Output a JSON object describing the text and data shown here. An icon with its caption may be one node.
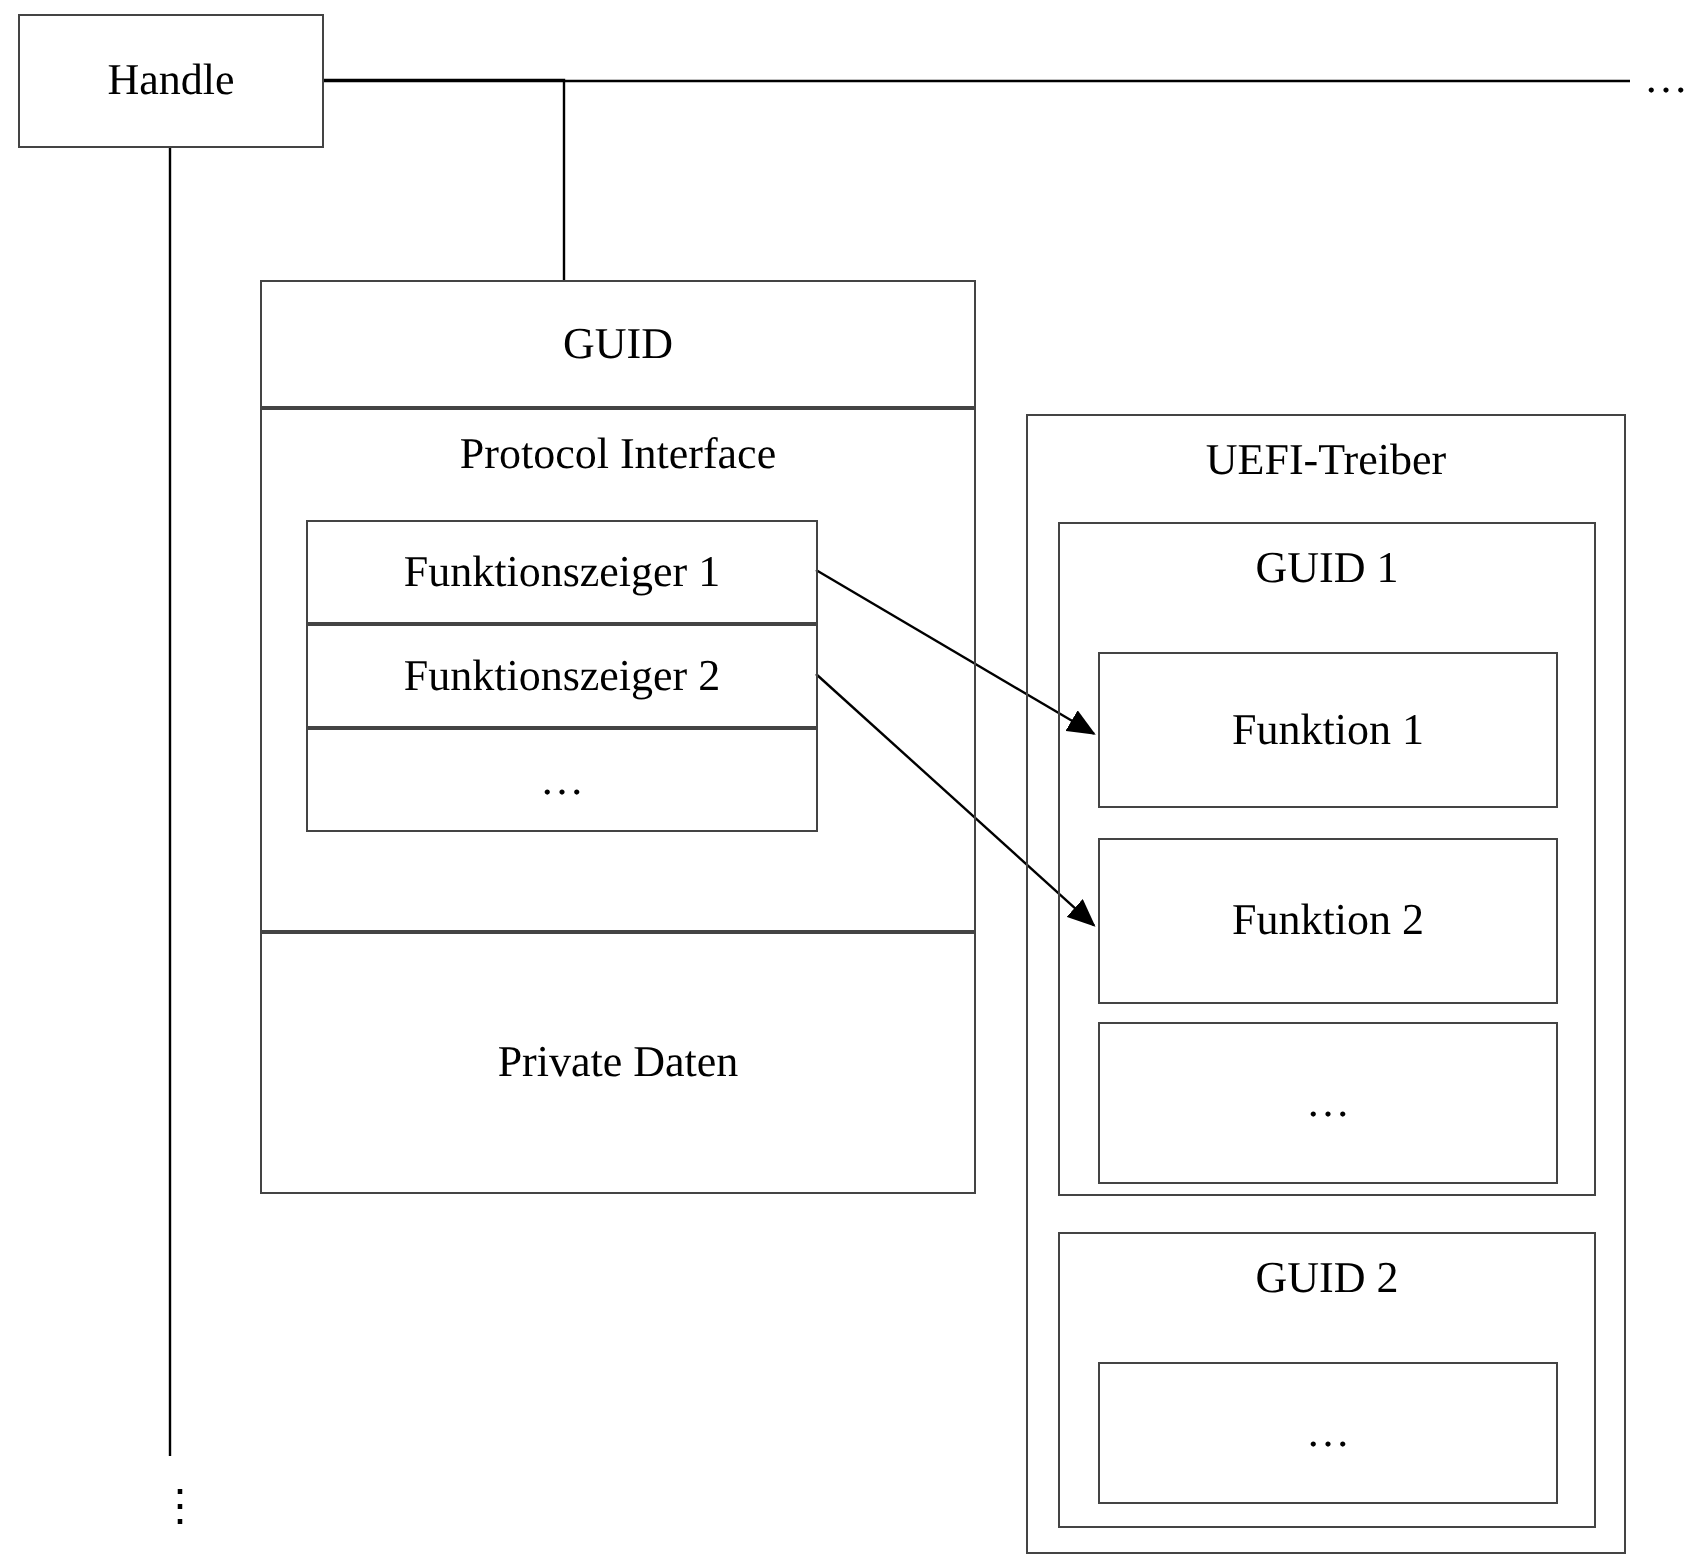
{
  "diagram": {
    "nodes": [
      {
        "text": [
          "Handle"
        ]
      },
      {
        "text": [
          "GUID"
        ]
      },
      {
        "text": [
          "Protocol Interface"
        ]
      },
      {
        "text": [
          "Funktionszeiger 1"
        ],
        "in": 2
      },
      {
        "text": [
          "Funktionszeiger 2"
        ],
        "in": 2
      },
      {
        "text": [
          "…"
        ],
        "in": 2
      },
      {
        "text": [
          "Private Daten"
        ]
      },
      {
        "text": [
          "UEFI-Treiber"
        ]
      },
      {
        "text": [
          "GUID 1"
        ],
        "in": 7
      },
      {
        "text": [
          "Funktion 1"
        ],
        "in": 8
      },
      {
        "text": [
          "Funktion 2"
        ],
        "in": 8
      },
      {
        "text": [
          "…"
        ],
        "in": 8
      },
      {
        "text": [
          "GUID 2"
        ],
        "in": 7
      },
      {
        "text": [
          "…"
        ],
        "in": 12
      }
    ],
    "edges": [
      {
        "from": 0,
        "to": 1,
        "arrow": "none"
      },
      {
        "from": 0,
        "to": null,
        "arrow": "none"
      },
      {
        "from": 0,
        "to": null,
        "arrow": "none"
      },
      {
        "from": 3,
        "to": 9,
        "arrow": "to"
      },
      {
        "from": 4,
        "to": 10,
        "arrow": "to"
      }
    ],
    "labels": [
      "…",
      "⋮"
    ]
  }
}
